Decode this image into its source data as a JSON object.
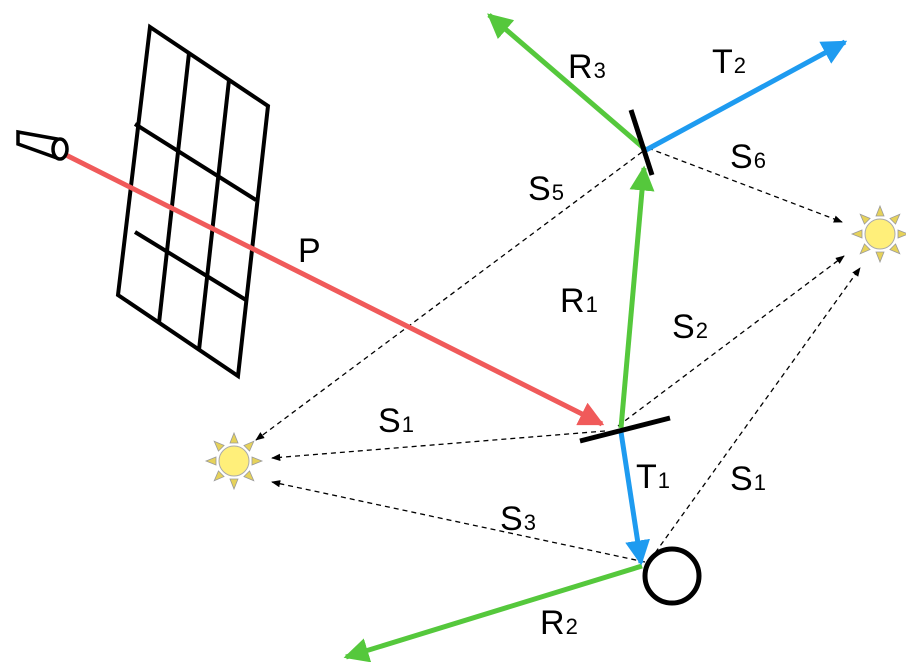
{
  "colors": {
    "primary_ray": "#f05a5a",
    "reflected_ray": "#55c83c",
    "transmitted_ray": "#1e9bf0",
    "shadow_ray": "#000000",
    "light_fill": "#ffef7a",
    "light_rays": "#e6d25a",
    "outline": "#000000",
    "background": "#ffffff"
  },
  "icons": {
    "eye": "eye-icon",
    "light": "sun-icon"
  },
  "labels": {
    "P": {
      "main": "P",
      "sub": ""
    },
    "R1": {
      "main": "R",
      "sub": "1"
    },
    "R2": {
      "main": "R",
      "sub": "2"
    },
    "R3": {
      "main": "R",
      "sub": "3"
    },
    "T1": {
      "main": "T",
      "sub": "1"
    },
    "T2": {
      "main": "T",
      "sub": "2"
    },
    "S1a": {
      "main": "S",
      "sub": "1"
    },
    "S1b": {
      "main": "S",
      "sub": "1"
    },
    "S2": {
      "main": "S",
      "sub": "2"
    },
    "S3": {
      "main": "S",
      "sub": "3"
    },
    "S5": {
      "main": "S",
      "sub": "5"
    },
    "S6": {
      "main": "S",
      "sub": "6"
    }
  }
}
